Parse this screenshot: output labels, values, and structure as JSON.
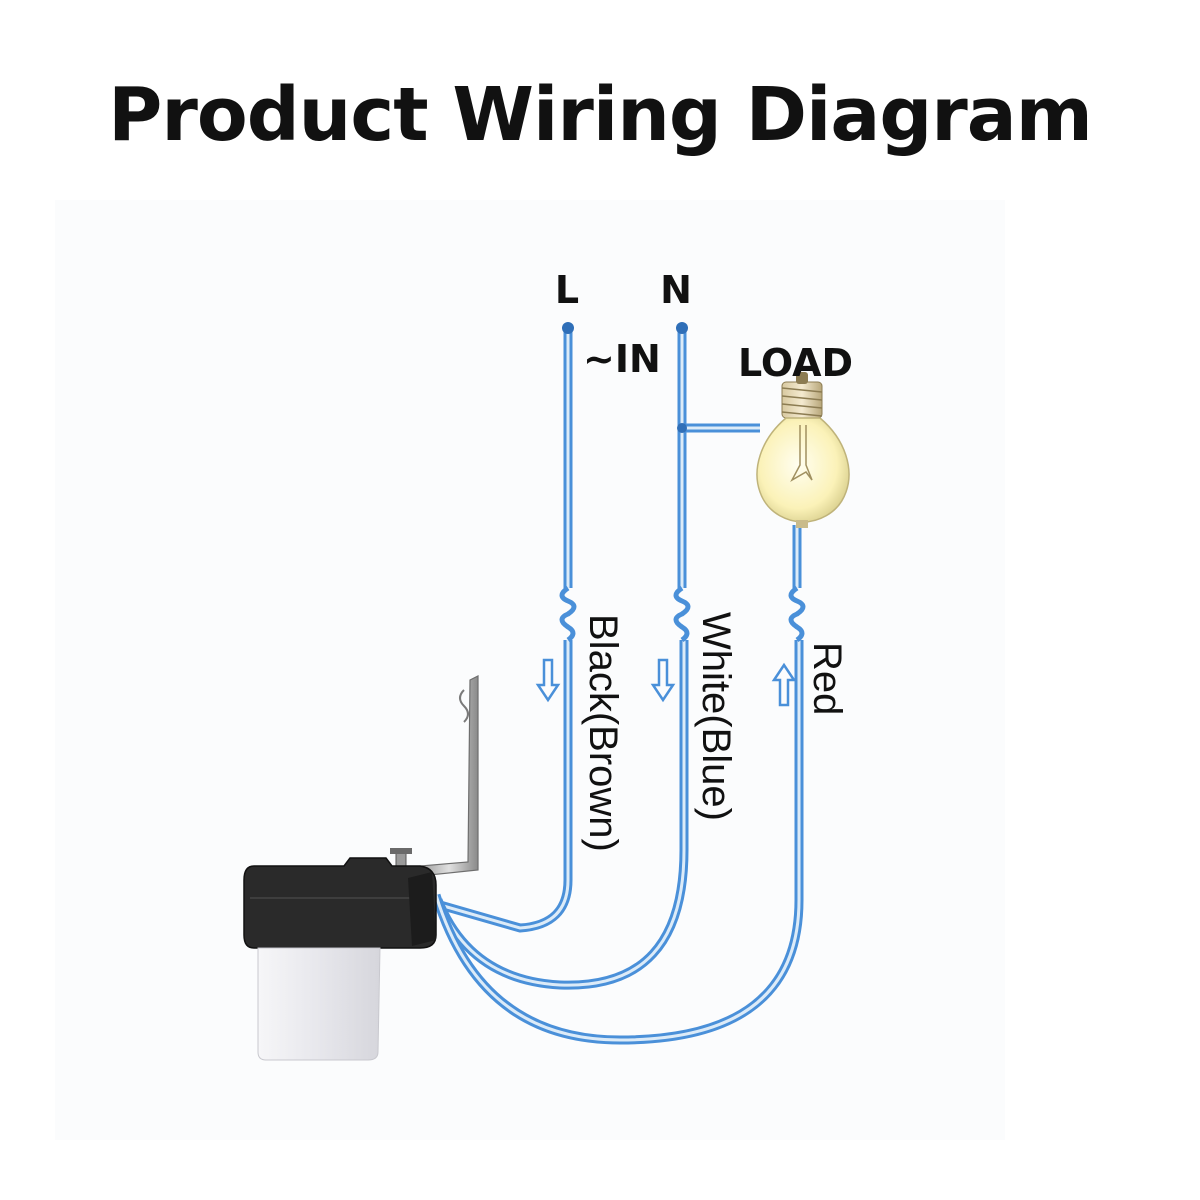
{
  "title": "Product Wiring Diagram",
  "terminals": {
    "line": "L",
    "neutral": "N",
    "input": "~IN",
    "load": "LOAD"
  },
  "wires": [
    {
      "label": "Black(Brown)",
      "color": "#4a90d9",
      "direction": "down"
    },
    {
      "label": "White(Blue)",
      "color": "#4a90d9",
      "direction": "down"
    },
    {
      "label": "Red",
      "color": "#4a90d9",
      "direction": "up"
    }
  ],
  "colors": {
    "wire": "#4a90d9",
    "wire_highlight": "#dcebf8",
    "node": "#2f6fb8",
    "bulb_glass": "#fff7c8",
    "sensor_cap": "#2a2a2a",
    "sensor_dome": "#ececf0"
  }
}
